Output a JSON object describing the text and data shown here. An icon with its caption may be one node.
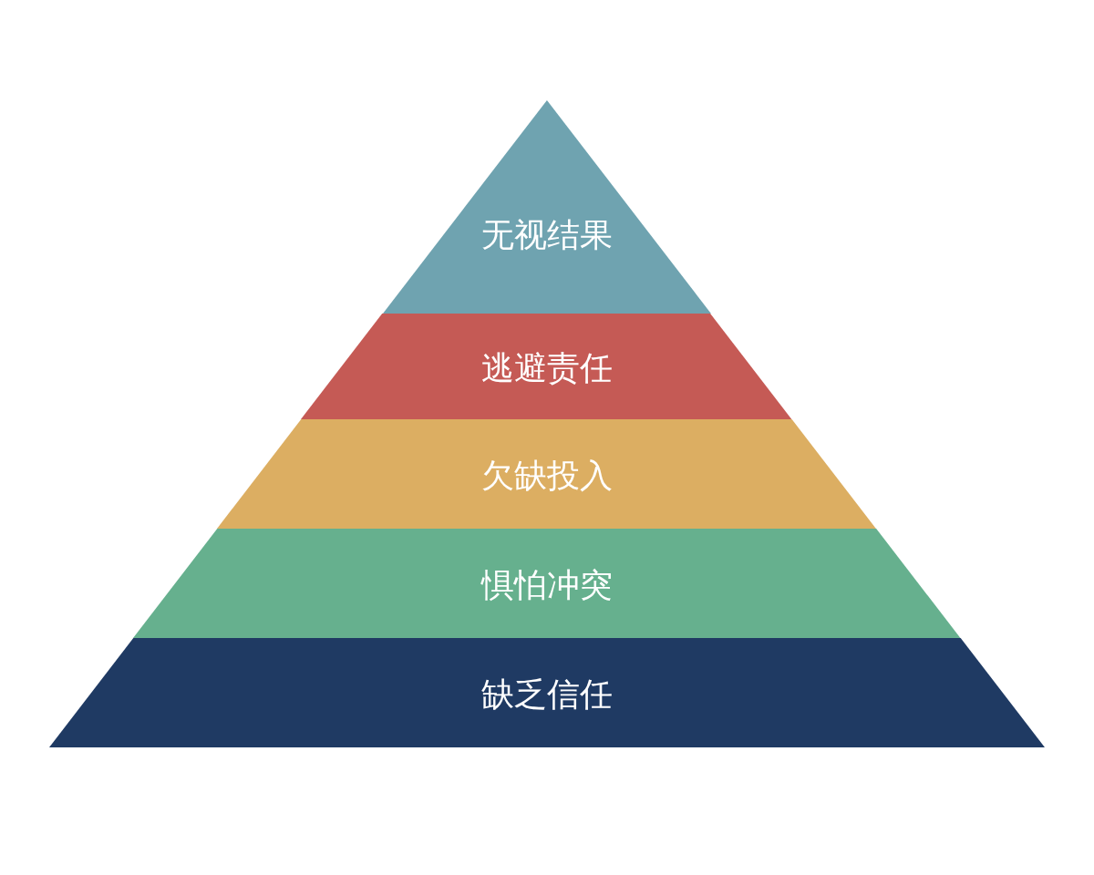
{
  "diagram": {
    "nodes": [
      {
        "text": [
          "无视结果"
        ]
      },
      {
        "text": [
          "逃避责任"
        ]
      },
      {
        "text": [
          "欠缺投入"
        ]
      },
      {
        "text": [
          "惧怕冲突"
        ]
      },
      {
        "text": [
          "缺乏信任"
        ]
      }
    ]
  }
}
